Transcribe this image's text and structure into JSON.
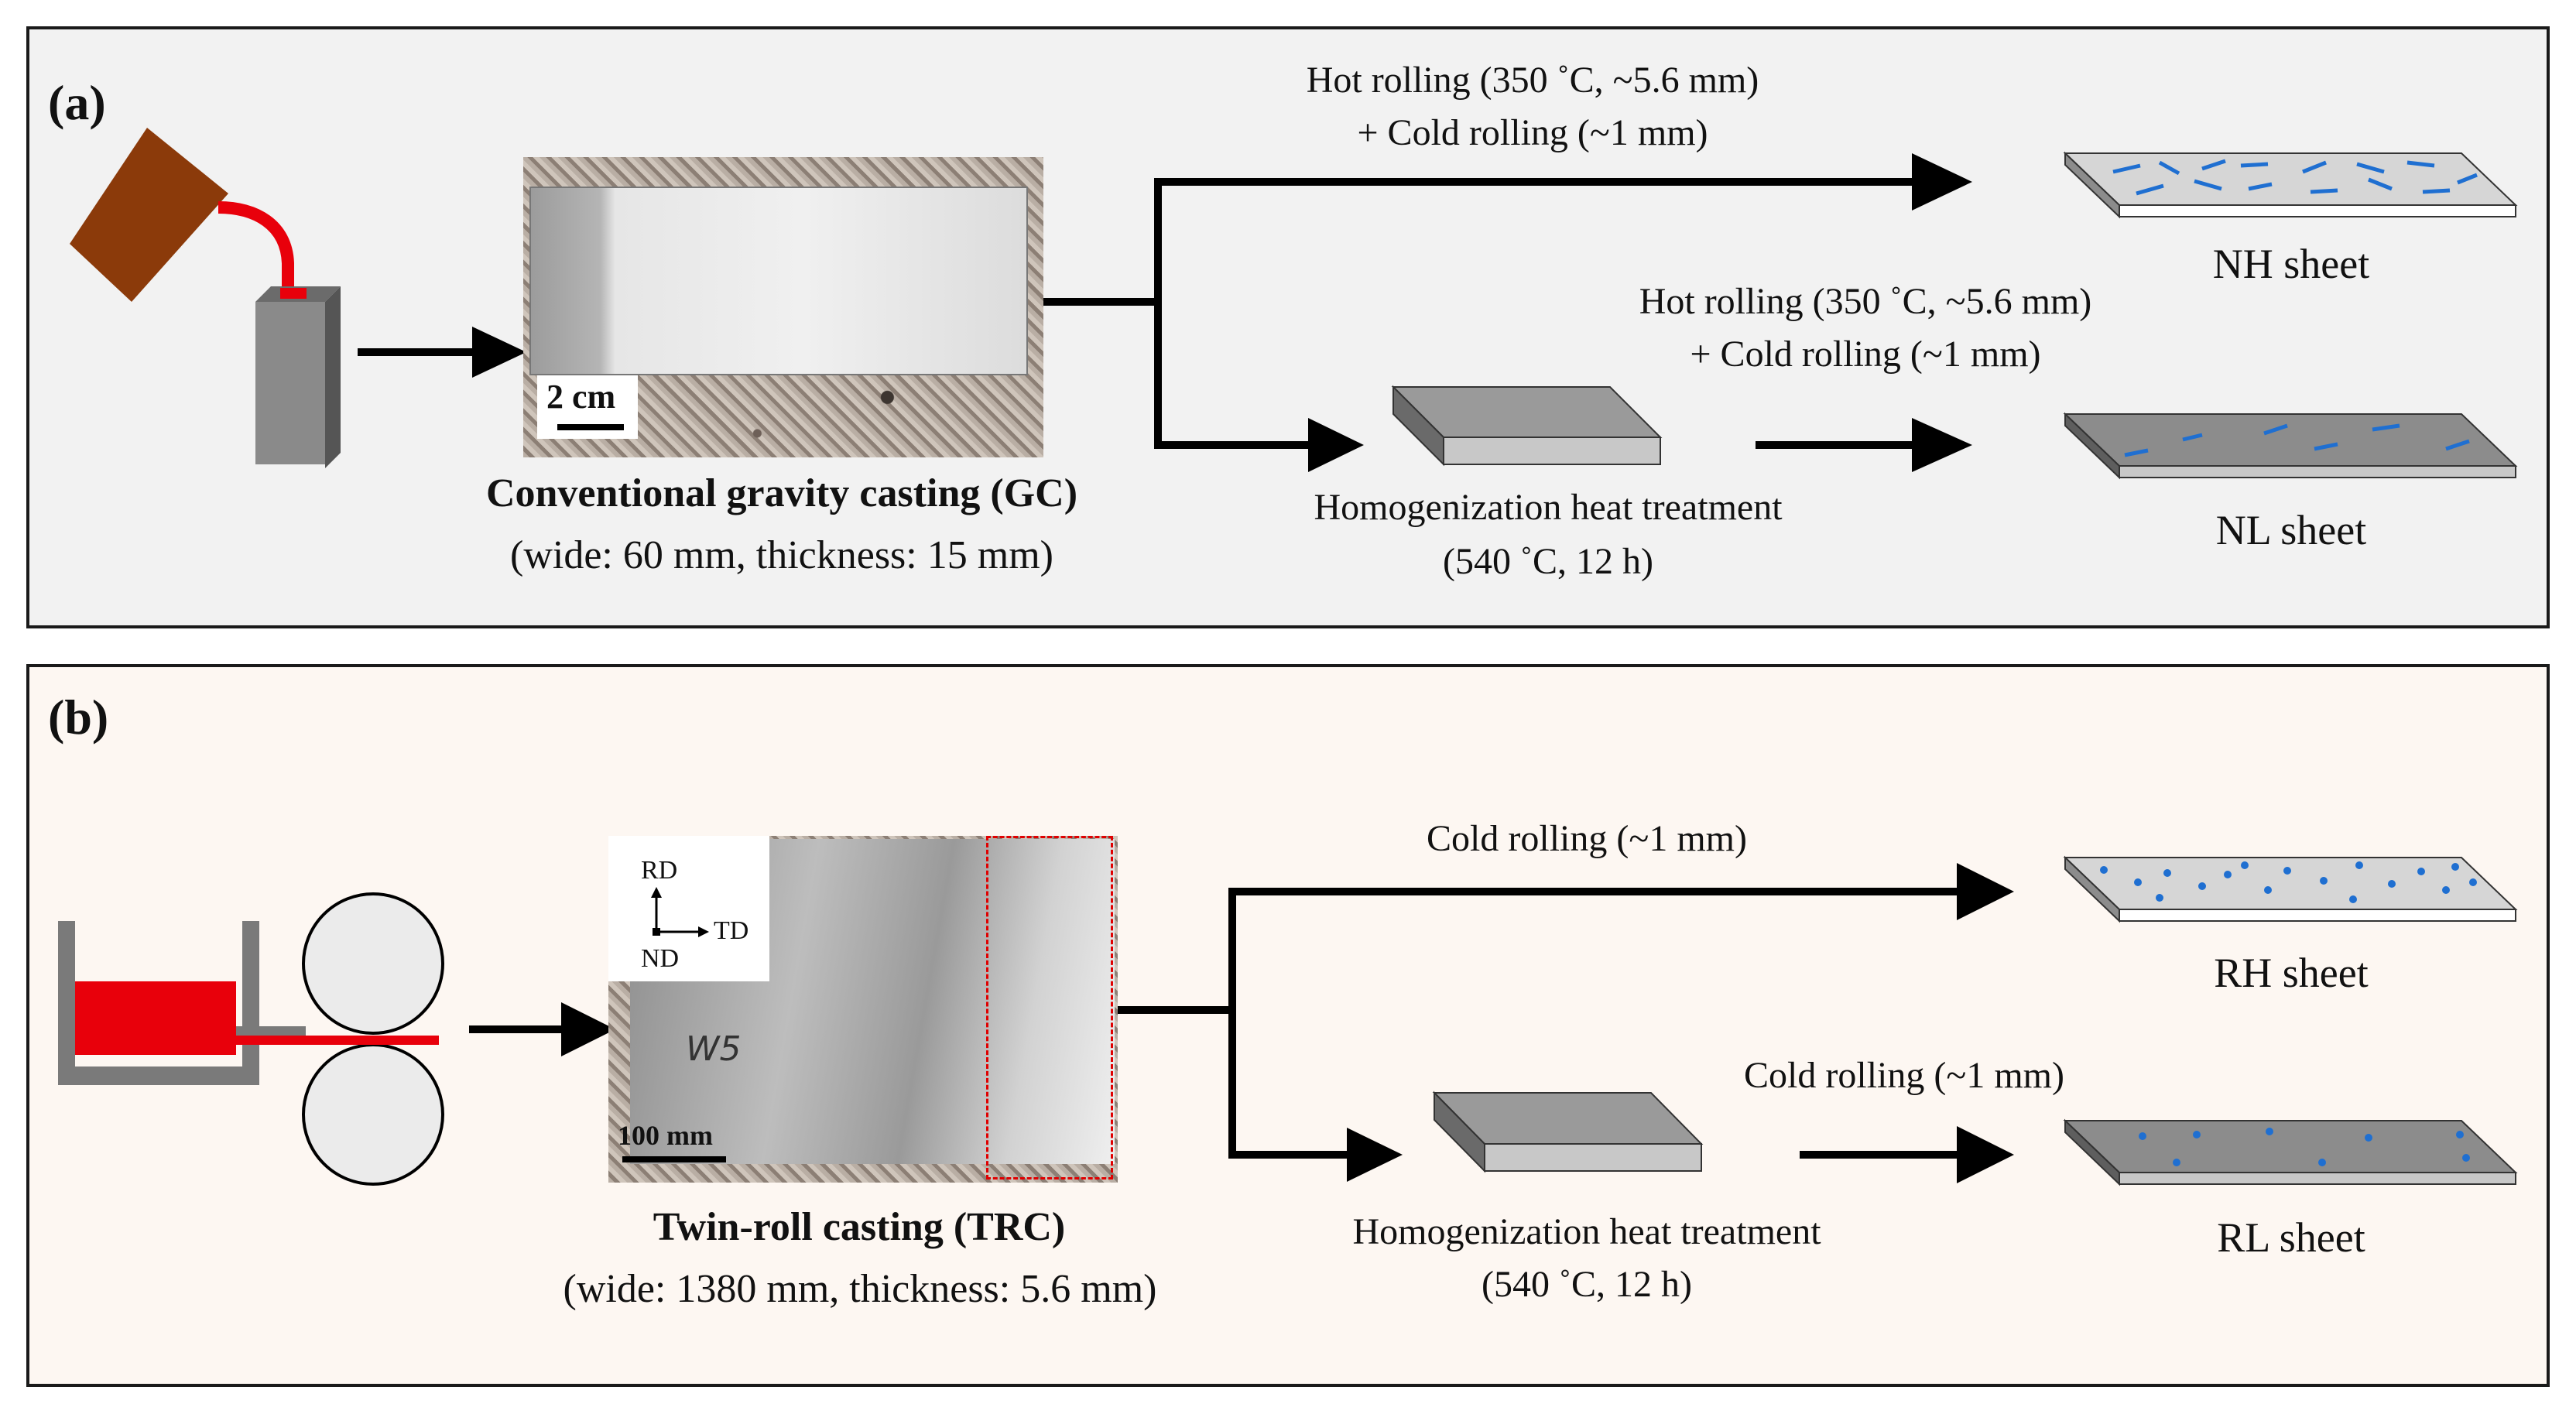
{
  "panel_a": {
    "tag": "(a)",
    "route_top": {
      "line1": "Hot rolling (350 ˚C, ~5.6 mm)",
      "line2": "+ Cold rolling (~1 mm)"
    },
    "route_bottom": {
      "line1": "Hot rolling (350 ˚C, ~5.6 mm)",
      "line2": "+ Cold rolling (~1 mm)"
    },
    "homogenization": {
      "line1": "Homogenization  heat treatment",
      "line2": "(540 ˚C, 12 h)"
    },
    "casting_title": "Conventional gravity casting (GC)",
    "casting_dims": "(wide: 60 mm, thickness: 15 mm)",
    "scale_bar": "2 cm",
    "sheet_top": "NH sheet",
    "sheet_bottom": "NL sheet"
  },
  "panel_b": {
    "tag": "(b)",
    "route_top": "Cold rolling (~1 mm)",
    "route_bottom": "Cold rolling (~1 mm)",
    "homogenization": {
      "line1": "Homogenization  heat treatment",
      "line2": "(540 ˚C, 12 h)"
    },
    "casting_title": "Twin-roll casting (TRC)",
    "casting_dims": "(wide: 1380 mm, thickness: 5.6 mm)",
    "scale_bar": "100 mm",
    "axes": {
      "rd": "RD",
      "td": "TD",
      "nd": "ND"
    },
    "plate_marking": "W5",
    "sheet_top": "RH sheet",
    "sheet_bottom": "RL sheet"
  },
  "colors": {
    "ladle": "#8b3a0a",
    "melt": "#e8000b",
    "mold": "#7a7a7a",
    "sheet_light": "#d6d6d6",
    "sheet_dark": "#8c8c8c",
    "precipitate": "#1f6fd1",
    "arrow": "#000000"
  }
}
